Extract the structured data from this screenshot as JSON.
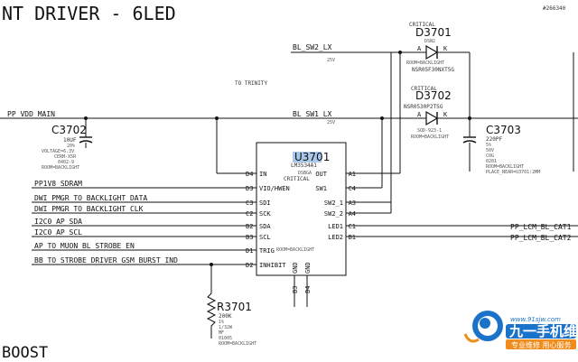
{
  "sheet": {
    "title": "NT DRIVER - 6LED",
    "id_label": "#266340",
    "boost_label": "BOOST",
    "to_trinity": "TO TRINITY",
    "nets_left": [
      "PP_VDD_MAIN",
      "PP1V8_SDRAM",
      "DWI_PMGR_TO_BACKLIGHT_DATA",
      "DWI_PMGR_TO_BACKLIGHT_CLK",
      "I2C0_AP_SDA",
      "I2C0_AP_SCL",
      "AP_TO_MUON_BL_STROBE_EN",
      "BB_TO_STROBE_DRIVER_GSM_BURST_IND"
    ],
    "nets_right": [
      "BL_SW2_LX",
      "BL_SW1_LX",
      "PP_LCM_BL_CAT1",
      "PP_LCM_BL_CAT2"
    ],
    "net_voltage": "25V"
  },
  "ic": {
    "ref": "U3701",
    "part": "LM3534A1",
    "package": "DSBGA",
    "note": "CRITICAL",
    "room": "ROOM=BACKLIGHT",
    "left_pins": [
      {
        "ball": "D4",
        "name": "IN"
      },
      {
        "ball": "D3",
        "name": "VIO/HWEN"
      },
      {
        "ball": "C3",
        "name": "SDI"
      },
      {
        "ball": "C2",
        "name": "SCK"
      },
      {
        "ball": "B2",
        "name": "SDA"
      },
      {
        "ball": "B3",
        "name": "SCL"
      },
      {
        "ball": "D1",
        "name": "TRIG"
      },
      {
        "ball": "D2",
        "name": "INHIBIT"
      }
    ],
    "right_pins": [
      {
        "name": "OUT",
        "ball": "A1"
      },
      {
        "name": "SW1",
        "ball": "C4"
      },
      {
        "name": "SW2_1",
        "ball": "A3"
      },
      {
        "name": "SW2_2",
        "ball": "A4"
      },
      {
        "name": "LED1",
        "ball": "C1"
      },
      {
        "name": "LED2",
        "ball": "B1"
      }
    ],
    "bottom_pins": [
      {
        "name": "GND",
        "ball": "B3"
      },
      {
        "name": "GND",
        "ball": "B4"
      }
    ]
  },
  "c3702": {
    "ref": "C3702",
    "value": "10UF",
    "lines": [
      "20%",
      "VOLTAGE=6.3V",
      "CERM-X5R",
      "0402-9",
      "ROOM=BACKLIGHT"
    ]
  },
  "c3703": {
    "ref": "C3703",
    "value": "220PF",
    "lines": [
      "5%",
      "50V",
      "C0G",
      "0201",
      "ROOM=BACKLIGHT",
      "PLACE_NEAR=U3701:2MM"
    ]
  },
  "d3701": {
    "ref": "D3701",
    "note": "CRITICAL",
    "part": "NSR05F30NXT5G",
    "pkg": "DSN2",
    "room": "ROOM=BACKLIGHT",
    "a": "A",
    "k": "K"
  },
  "d3702": {
    "ref": "D3702",
    "note": "CRITICAL",
    "part": "NSR0530P2T5G",
    "pkg": "SOD-923-1",
    "room": "ROOM=BACKLIGHT",
    "a": "A",
    "k": "K"
  },
  "r3701": {
    "ref": "R3701",
    "value": "200K",
    "lines": [
      "1%",
      "1/32W",
      "MF",
      "01005",
      "ROOM=BACKLIGHT"
    ]
  },
  "watermark": {
    "url": "www.91sjw.com",
    "name": "九一手机维修",
    "slogan": "专业维修 用心服务"
  }
}
